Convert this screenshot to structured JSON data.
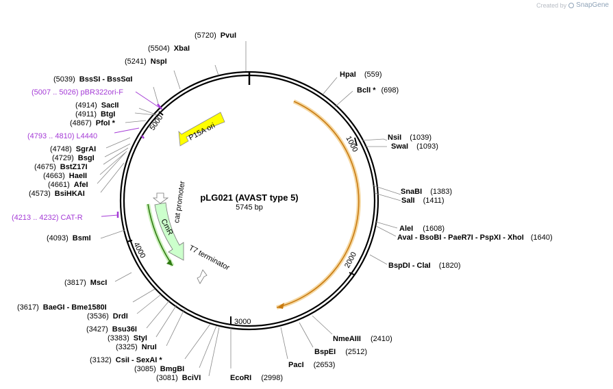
{
  "watermark": {
    "prefix": "Created by",
    "brand": "SnapGene"
  },
  "plasmid": {
    "name": "pLG021 (AVAST type 5)",
    "size_label": "5745 bp",
    "length": 5745
  },
  "ticks": [
    {
      "pos": 1000,
      "label": "1000"
    },
    {
      "pos": 2000,
      "label": "2000"
    },
    {
      "pos": 3000,
      "label": "3000"
    },
    {
      "pos": 4000,
      "label": "4000"
    },
    {
      "pos": 5000,
      "label": "5000"
    }
  ],
  "features": [
    {
      "name": "P15A ori",
      "color": "#ffff00"
    },
    {
      "name": "cat promoter",
      "color": "#ffffff"
    },
    {
      "name": "CmR",
      "color": "#ccffcc"
    },
    {
      "name": "T7 terminator",
      "color": "#ffffff"
    }
  ],
  "sites_right": [
    {
      "name": "HpaI",
      "pos": "(559)"
    },
    {
      "name": "BclI *",
      "pos": "(698)"
    },
    {
      "name": "NsiI",
      "pos": "(1039)"
    },
    {
      "name": "SwaI",
      "pos": "(1093)"
    },
    {
      "name": "SnaBI",
      "pos": "(1383)"
    },
    {
      "name": "SalI",
      "pos": "(1411)"
    },
    {
      "name": "AleI",
      "pos": "(1608)"
    },
    {
      "name": "AvaI - BsoBI - PaeR7I - PspXI - XhoI",
      "pos": "(1640)"
    },
    {
      "name": "BspDI - ClaI",
      "pos": "(1820)"
    },
    {
      "name": "NmeAIII",
      "pos": "(2410)"
    },
    {
      "name": "BspEI",
      "pos": "(2512)"
    },
    {
      "name": "PacI",
      "pos": "(2653)"
    },
    {
      "name": "EcoRI",
      "pos": "(2998)"
    }
  ],
  "sites_left": [
    {
      "pos": "(5720)",
      "name": "PvuI"
    },
    {
      "pos": "(5504)",
      "name": "XbaI"
    },
    {
      "pos": "(5241)",
      "name": "NspI"
    },
    {
      "pos": "(5039)",
      "name": "BssSI - BssSαI"
    },
    {
      "pos": "(4914)",
      "name": "SacII"
    },
    {
      "pos": "(4911)",
      "name": "BtgI"
    },
    {
      "pos": "(4867)",
      "name": "PfoI *"
    },
    {
      "pos": "(4748)",
      "name": "SgrAI"
    },
    {
      "pos": "(4729)",
      "name": "BsgI"
    },
    {
      "pos": "(4675)",
      "name": "BstZ17I"
    },
    {
      "pos": "(4663)",
      "name": "HaeII"
    },
    {
      "pos": "(4661)",
      "name": "AfeI"
    },
    {
      "pos": "(4573)",
      "name": "BsiHKAI"
    },
    {
      "pos": "(4093)",
      "name": "BsmI"
    },
    {
      "pos": "(3817)",
      "name": "MscI"
    },
    {
      "pos": "(3617)",
      "name": "BaeGI - Bme1580I"
    },
    {
      "pos": "(3536)",
      "name": "DrdI"
    },
    {
      "pos": "(3427)",
      "name": "Bsu36I"
    },
    {
      "pos": "(3383)",
      "name": "StyI"
    },
    {
      "pos": "(3325)",
      "name": "NruI"
    },
    {
      "pos": "(3132)",
      "name": "CsiI - SexAI *"
    },
    {
      "pos": "(3085)",
      "name": "BmgBI"
    },
    {
      "pos": "(3081)",
      "name": "BciVI"
    }
  ],
  "primers": [
    {
      "label": "(5007 .. 5026)  pBR322ori-F"
    },
    {
      "label": "(4793 .. 4810)  L4440"
    },
    {
      "label": "(4213 .. 4232)  CAT-R"
    }
  ],
  "colors": {
    "primer": "#a43ad6",
    "orf_orange": "#f0a020",
    "orf_green": "#3a8a1a",
    "leader": "#888888"
  }
}
